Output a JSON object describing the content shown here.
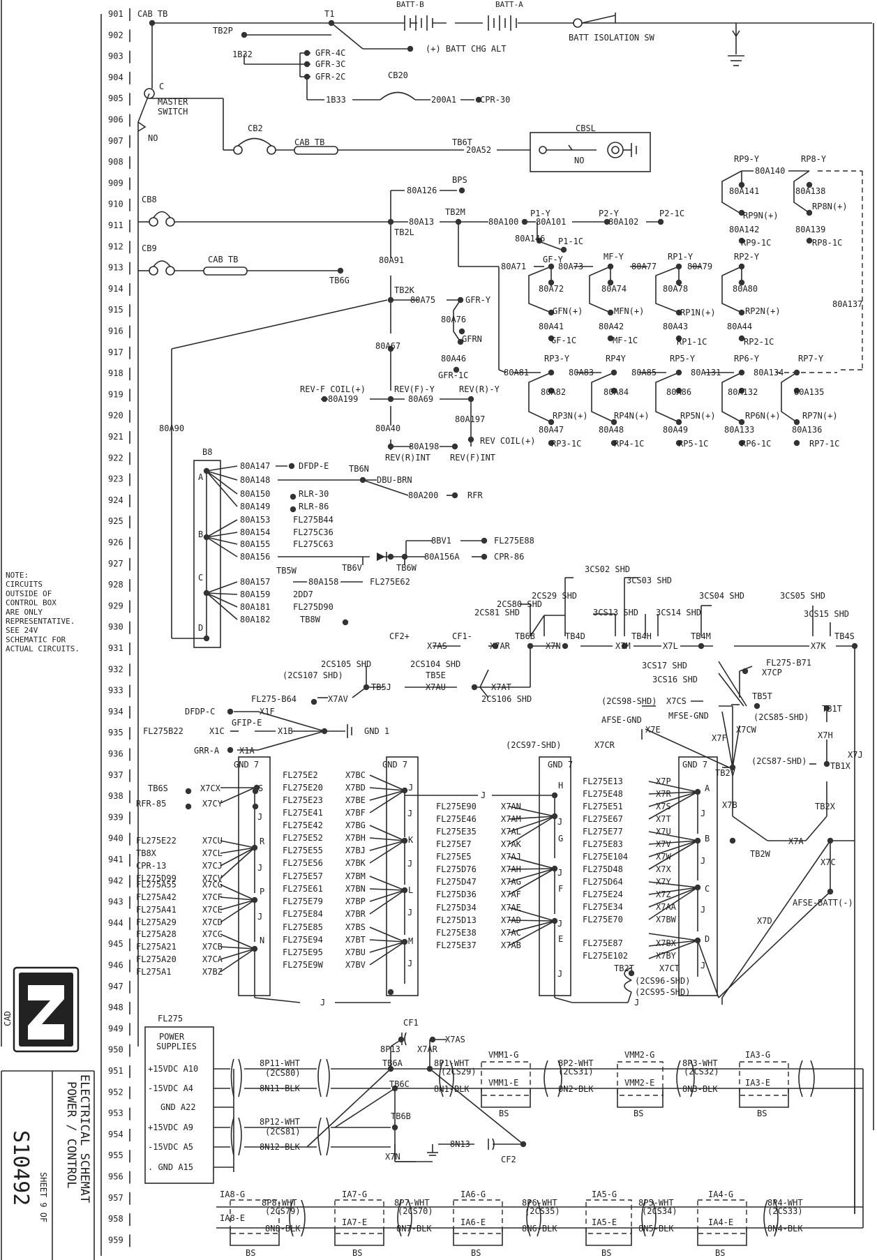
{
  "title_block": {
    "title_line1": "ELECTRICAL SCHEMAT",
    "title_line2": "POWER / CONTROL",
    "sheet": "SHEET 9 OF",
    "drawing_number": "S10492",
    "cad": "CAD"
  },
  "note_lines": [
    "NOTE:",
    "CIRCUITS",
    "OUTSIDE OF",
    "CONTROL BOX",
    "ARE ONLY",
    "REPRESENTATIVE.",
    "SEE 24V",
    "SCHEMATIC FOR",
    "ACTUAL CIRCUITS."
  ],
  "line_numbers": [
    "901",
    "902",
    "903",
    "904",
    "905",
    "906",
    "907",
    "908",
    "909",
    "910",
    "911",
    "912",
    "913",
    "914",
    "915",
    "916",
    "917",
    "918",
    "919",
    "920",
    "921",
    "922",
    "923",
    "924",
    "925",
    "926",
    "927",
    "928",
    "929",
    "930",
    "931",
    "932",
    "933",
    "934",
    "935",
    "936",
    "937",
    "938",
    "939",
    "940",
    "941",
    "942",
    "943",
    "944",
    "945",
    "946",
    "947",
    "948",
    "949",
    "950",
    "951",
    "952",
    "953",
    "954",
    "955",
    "956",
    "957",
    "958",
    "959"
  ],
  "labels": {
    "cab_tb_top": "CAB TB",
    "t1": "T1",
    "batt_b": "BATT-B",
    "batt_a": "BATT-A",
    "batt_chg": "(+) BATT CHG ALT",
    "batt_iso": "BATT ISOLATION SW",
    "tb2p": "TB2P",
    "r1b32": "1B32",
    "gfr4c": "GFR-4C",
    "gfr3c": "GFR-3C",
    "gfr2c": "GFR-2C",
    "cb20": "CB20",
    "r1b33": "1B33",
    "r200a1": "200A1",
    "cpr30": "CPR-30",
    "c": "C",
    "master": "MASTER",
    "switch": "SWITCH",
    "no": "NO",
    "cb2": "CB2",
    "cab_tb2": "CAB TB",
    "tb6t": "TB6T",
    "r20a52": "20A52",
    "cbsl": "CBSL",
    "cbsl_no": "NO",
    "r80a126": "80A126",
    "bps": "BPS",
    "cb8": "CB8",
    "tb2m": "TB2M",
    "r80a13": "80A13",
    "tb2l": "TB2L",
    "r80a100": "80A100",
    "p1y": "P1-Y",
    "r80a101": "80A101",
    "p2y": "P2-Y",
    "r80a102": "80A102",
    "p21c": "P2-1C",
    "r80a146": "80A146",
    "p11c": "P1-1C",
    "rp9y": "RP9-Y",
    "r80a140": "80A140",
    "rp8y": "RP8-Y",
    "r80a141": "80A141",
    "r80a138": "80A138",
    "rp9n": "RP9N(+)",
    "rp8n": "RP8N(+)",
    "r80a142": "80A142",
    "r80a139": "80A139",
    "rp91c": "RP9-1C",
    "rp81c": "RP8-1C",
    "cb9": "CB9",
    "cab_tb3": "CAB TB",
    "tb6g": "TB6G",
    "r80a91": "80A91",
    "r80a71": "80A71",
    "gfy": "GF-Y",
    "r80a73": "80A73",
    "mfy": "MF-Y",
    "r80a77": "80A77",
    "rp1y": "RP1-Y",
    "r80a79": "80A79",
    "rp2y": "RP2-Y",
    "r80a72": "80A72",
    "r80a74": "80A74",
    "r80a78": "80A78",
    "r80a80": "80A80",
    "gfn": "GFN(+)",
    "mfn": "MFN(+)",
    "rp1n": "RP1N(+)",
    "rp2n": "RP2N(+)",
    "r80a41": "80A41",
    "r80a42": "80A42",
    "r80a43": "80A43",
    "r80a44": "80A44",
    "gf1c": "GF-1C",
    "mf1c": "MF-1C",
    "rp11c": "RP1-1C",
    "rp21c": "RP2-1C",
    "r80a137": "80A137",
    "tb2k": "TB2K",
    "r80a75": "80A75",
    "gfry": "GFR-Y",
    "r80a76": "80A76",
    "gfrn": "GFRN",
    "r80a67": "80A67",
    "r80a46": "80A46",
    "gfr1c": "GFR-1C",
    "r80a81": "80A81",
    "rp3y": "RP3-Y",
    "r80a83": "80A83",
    "rp4y": "RP4Y",
    "r80a85": "80A85",
    "rp5y": "RP5-Y",
    "r80a131": "80A131",
    "rp6y": "RP6-Y",
    "r80a134": "80A134",
    "rp7y": "RP7-Y",
    "r80a82": "80A82",
    "r80a84": "80A84",
    "r80a86": "80A86",
    "r80a132": "80A132",
    "r80a135": "80A135",
    "rp3n": "RP3N(+)",
    "rp4n": "RP4N(+)",
    "rp5n": "RP5N(+)",
    "rp6n": "RP6N(+)",
    "rp7n": "RP7N(+)",
    "r80a47": "80A47",
    "r80a48": "80A48",
    "r80a49": "80A49",
    "r80a133": "80A133",
    "r80a136": "80A136",
    "rp31c": "RP3-1C",
    "rp41c": "RP4-1C",
    "rp51c": "RP5-1C",
    "rp61c": "RP6-1C",
    "rp71c": "RP7-1C",
    "revf_coil": "REV-F COIL(+)",
    "r80a199": "80A199",
    "revfy": "REV(F)-Y",
    "r80a69": "80A69",
    "revry": "REV(R)-Y",
    "r80a197": "80A197",
    "r80a90": "80A90",
    "r80a40": "80A40",
    "rev_coil": "REV COIL(+)",
    "r80a198": "80A198",
    "revr_int": "REV(R)INT",
    "revf_int": "REV(F)INT",
    "b8": "B8",
    "pa": "A",
    "pb": "B",
    "pc": "C",
    "pd": "D",
    "r80a147": "80A147",
    "dfdpe": "DFDP-E",
    "r80a148": "80A148",
    "tb6n": "TB6N",
    "dbubrn": "DBU-BRN",
    "r80a150": "80A150",
    "rlr30": "RLR-30",
    "r80a200": "80A200",
    "rfr": "RFR",
    "r80a149": "80A149",
    "rlr86": "RLR-86",
    "r80a153": "80A153",
    "fl275b44": "FL275B44",
    "r80a154": "80A154",
    "fl275c36": "FL275C36",
    "r80a155": "80A155",
    "fl275c63": "FL275C63",
    "r80a156": "80A156",
    "r8bv1": "8BV1",
    "fl275e88": "FL275E88",
    "tb6v": "TB6V",
    "tb6w": "TB6W",
    "r80a156a": "80A156A",
    "cpr86": "CPR-86",
    "tb5w": "TB5W",
    "r80a157": "80A157",
    "r80a158": "80A158",
    "fl275e62": "FL275E62",
    "r80a159": "80A159",
    "r2dd7": "2DD7",
    "r80a181": "80A181",
    "fl275d90": "FL275D90",
    "r80a182": "80A182",
    "tb8w": "TB8W",
    "cs80": "2CS80 SHD",
    "cs29": "2CS29 SHD",
    "cs02": "3CS02 SHD",
    "cs03": "3CS03 SHD",
    "cs04": "3CS04 SHD",
    "cs05": "3CS05 SHD",
    "cs81": "2CS81 SHD",
    "cs13": "3CS13 SHD",
    "cs14": "3CS14 SHD",
    "cs15": "3CS15 SHD",
    "cf2p": "CF2+",
    "x7as": "X7AS",
    "cf1m": "CF1-",
    "x7ar": "X7AR",
    "tb6b": "TB6B",
    "x7n": "X7N",
    "tb4d": "TB4D",
    "x7m": "X7M",
    "tb4h": "TB4H",
    "x7l": "X7L",
    "tb4m": "TB4M",
    "x7k": "X7K",
    "tb4s": "TB4S",
    "cs105": "2CS105 SHD",
    "cs107": "(2CS107 SHD)",
    "tb5j": "TB5J",
    "cs104": "2CS104 SHD",
    "tb5e": "TB5E",
    "x7au": "X7AU",
    "x7at": "X7AT",
    "cs106": "2CS106 SHD",
    "fl275b64": "FL275-B64",
    "x7av": "X7AV",
    "cs17": "3CS17 SHD",
    "fl275b71": "FL275-B71",
    "cs16": "3CS16 SHD",
    "x7cp": "X7CP",
    "tb5t": "TB5T",
    "cs98": "(2CS98-SHD)",
    "x7cs": "X7CS",
    "mfse_gnd": "MFSE-GND",
    "cs85": "(2CS85-SHD)",
    "tb1t": "TB1T",
    "afse_gnd": "AFSE-GND",
    "x7e": "X7E",
    "x7cw": "X7CW",
    "x7f": "X7F",
    "x7h": "X7H",
    "cs97": "(2CS97-SHD)",
    "x7cr": "X7CR",
    "cs87": "(2CS87-SHD)",
    "tb1x": "TB1X",
    "x7j": "X7J",
    "tb2v": "TB2V",
    "dfdpc": "DFDP-C",
    "x1f": "X1F",
    "gfipe": "GFIP-E",
    "fl275b22": "FL275B22",
    "x1c": "X1C",
    "x1b": "X1B",
    "gnd1": "GND 1",
    "grra": "GRR-A",
    "x1a": "X1A",
    "gnd7a": "GND 7",
    "gnd7b": "GND 7",
    "gnd7c": "GND 7",
    "gnd7d": "GND 7",
    "tb6s": "TB6S",
    "x7cx": "X7CX",
    "rfr85": "RFR-85",
    "x7cy": "X7CY",
    "ps": "S",
    "jlbl": "J",
    "fl275e22": "FL275E22",
    "x7cu": "X7CU",
    "tb8x": "TB8X",
    "x7cl": "X7CL",
    "cpr13": "CPR-13",
    "x7cj": "X7CJ",
    "fl275d99": "FL275D99",
    "x7cv": "X7CV",
    "pr": "R",
    "fl275a55": "FL275A55",
    "x7cg": "X7CG",
    "fl275a42": "FL275A42",
    "x7cf": "X7CF",
    "fl275a41": "FL275A41",
    "x7ce": "X7CE",
    "fl275a29": "FL275A29",
    "x7cd": "X7CD",
    "pp": "P",
    "fl275a28": "FL275A28",
    "x7cc": "X7CC",
    "fl275a21": "FL275A21",
    "x7cb": "X7CB",
    "fl275a20": "FL275A20",
    "x7ca": "X7CA",
    "fl275a1": "FL275A1",
    "x7bz": "X7BZ",
    "pn": "N",
    "fl275e2": "FL275E2",
    "x7bc": "X7BC",
    "fl275e20": "FL275E20",
    "x7bd": "X7BD",
    "fl275e23": "FL275E23",
    "x7be": "X7BE",
    "fl275e41": "FL275E41",
    "x7bf": "X7BF",
    "pj": "J",
    "fl275e42": "FL275E42",
    "x7bg": "X7BG",
    "fl275e52": "FL275E52",
    "x7bh": "X7BH",
    "fl275e55": "FL275E55",
    "x7bj": "X7BJ",
    "fl275e56": "FL275E56",
    "x7bk": "X7BK",
    "pk": "K",
    "fl275e57": "FL275E57",
    "x7bm": "X7BM",
    "fl275e61": "FL275E61",
    "x7bn": "X7BN",
    "fl275e79": "FL275E79",
    "x7bp": "X7BP",
    "fl275e84": "FL275E84",
    "x7br": "X7BR",
    "pl": "L",
    "fl275e85": "FL275E85",
    "x7bs": "X7BS",
    "fl275e94": "FL275E94",
    "x7bt": "X7BT",
    "fl275e95": "FL275E95",
    "x7bu": "X7BU",
    "fl275e9w": "FL275E9W",
    "x7bv": "X7BV",
    "pm": "M",
    "ph": "H",
    "fl275e90": "FL275E90",
    "x7an": "X7AN",
    "fl275e46": "FL275E46",
    "x7am": "X7AM",
    "fl275e35": "FL275E35",
    "x7al": "X7AL",
    "fl275e7": "FL275E7",
    "x7ak": "X7AK",
    "pg": "G",
    "fl275e5": "FL275E5",
    "x7aj": "X7AJ",
    "fl275d76": "FL275D76",
    "x7ah": "X7AH",
    "fl275d47": "FL275D47",
    "x7ag": "X7AG",
    "fl275d36": "FL275D36",
    "x7af": "X7AF",
    "pf": "F",
    "fl275d34": "FL275D34",
    "x7ae": "X7AE",
    "fl275d13": "FL275D13",
    "x7ad": "X7AD",
    "fl275e38": "FL275E38",
    "x7ac": "X7AC",
    "fl275e37": "FL275E37",
    "x7ab": "X7AB",
    "pe": "E",
    "fl275e13": "FL275E13",
    "x7p": "X7P",
    "fl275e48": "FL275E48",
    "x7r": "X7R",
    "fl275e51": "FL275E51",
    "x7s": "X7S",
    "fl275e67": "FL275E67",
    "x7t": "X7T",
    "pa2": "A",
    "fl275e77": "FL275E77",
    "x7u": "X7U",
    "fl275e83": "FL275E83",
    "x7v": "X7V",
    "fl275e104": "FL275E104",
    "x7w": "X7W",
    "fl275d48": "FL275D48",
    "x7x": "X7X",
    "pb2": "B",
    "fl275d64": "FL275D64",
    "x7y": "X7Y",
    "fl275e24": "FL275E24",
    "x7z": "X7Z",
    "fl275e34": "FL275E34",
    "x7aa": "X7AA",
    "fl275e70": "FL275E70",
    "x7bw": "X7BW",
    "pc2": "C",
    "fl275e87": "FL275E87",
    "x7bx": "X7BX",
    "fl275e102": "FL275E102",
    "x7by": "X7BY",
    "tb2t": "TB2T",
    "x7ct": "X7CT",
    "pd2": "D",
    "cs96": "(2CS96-SHD)",
    "cs95": "(2CS95-SHD)",
    "x7b": "X7B",
    "tb2x": "TB2X",
    "tb2w": "TB2W",
    "x7a": "X7A",
    "x7c": "X7C",
    "afse_batt": "AFSE-BATT(-)",
    "x7d": "X7D",
    "fl275": "FL275",
    "power": "POWER",
    "supplies": "SUPPLIES",
    "p15a10": "+15VDC  A10",
    "m15a4": "-15VDC  A4",
    "gnda22": "GND  A22",
    "p15a9": "+15VDC  A9",
    "m15a5": "-15VDC  A5",
    "gnda15": ".  GND  A15",
    "cf1": "CF1",
    "x7as2": "X7AS",
    "r8p13": "8P13",
    "x7ar2": "X7AR",
    "tb6a": "TB6A",
    "r8p11": "8P11-WHT",
    "cs80b": "(2CS80)",
    "r8n11": "8N11-BLK",
    "tb6c": "TB6C",
    "r8p12": "8P12-WHT",
    "cs81b": "(2CS81)",
    "r8n12": "8N12-BLK",
    "tb6b2": "TB6B",
    "x7n2": "X7N",
    "r8n13": "8N13",
    "cf2": "CF2",
    "r8p1": "8P1-WHT",
    "cs29b": "(2CS29)",
    "r8n1": "8N1-BLK",
    "vmm1g": "VMM1-G",
    "vmm1e": "VMM1-E",
    "r8p2": "8P2-WHT",
    "cs31": "(2CS31)",
    "r8n2": "8N2-BLK",
    "vmm2g": "VMM2-G",
    "vmm2e": "VMM2-E",
    "r8p3": "8P3-WHT",
    "cs32": "(2CS32)",
    "r8n3": "8N3-BLK",
    "ia3g": "IA3-G",
    "ia3e": "IA3-E",
    "bs": "BS",
    "ia8g": "IA8-G",
    "ia8e": "IA8-E",
    "r8p8": "8P8-WHT",
    "cs79": "(2CS79)",
    "r8n8": "8N8-BLK",
    "ia7g": "IA7-G",
    "ia7e": "IA7-E",
    "r8p7": "8P7-WHT",
    "cs70": "(2CS70)",
    "r8n7": "8N7-BLK",
    "ia6g": "IA6-G",
    "ia6e": "IA6-E",
    "r8p6": "8P6-WHT",
    "cs35": "(2CS35)",
    "r8n6": "8N6-BLK",
    "ia5g": "IA5-G",
    "ia5e": "IA5-E",
    "r8p5": "8P5-WHT",
    "cs34": "(2CS34)",
    "r8n5": "8N5-BLK",
    "ia4g": "IA4-G",
    "ia4e": "IA4-E",
    "r8p4": "8P4-WHT",
    "cs33": "(2CS33)",
    "r8n4": "8N4-BLK"
  }
}
